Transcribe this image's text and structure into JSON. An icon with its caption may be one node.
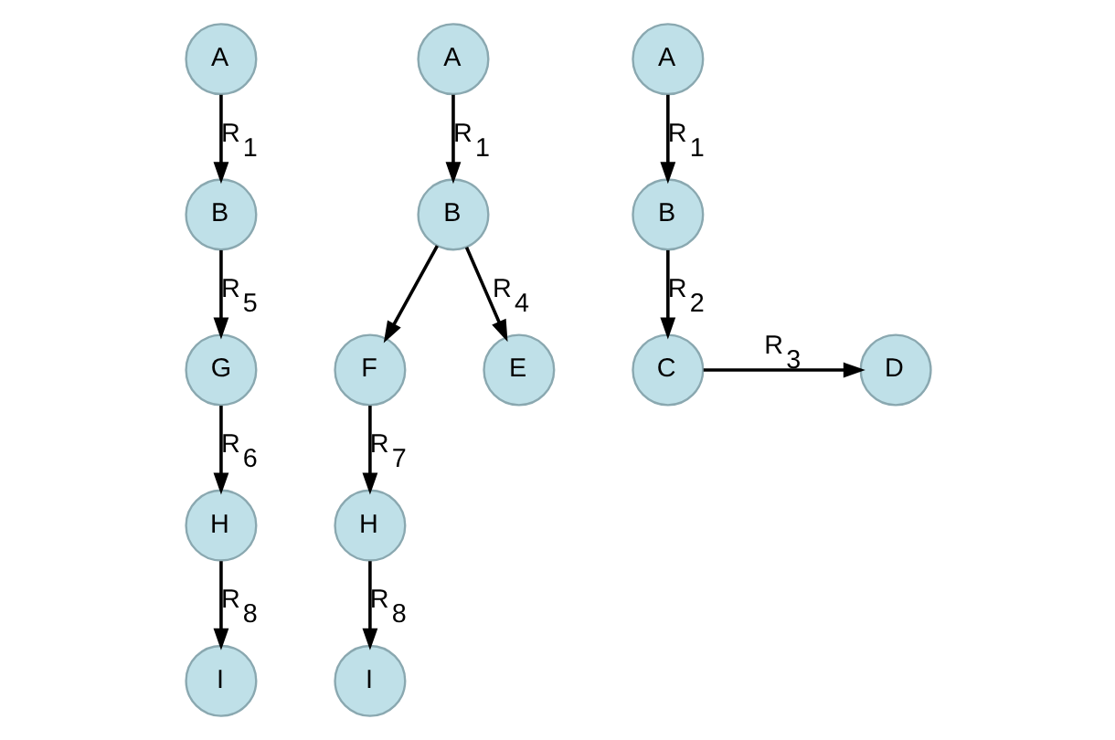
{
  "diagram": {
    "nodes": [
      {
        "text": [
          "A"
        ]
      },
      {
        "text": [
          "B"
        ]
      },
      {
        "text": [
          "G"
        ]
      },
      {
        "text": [
          "H"
        ]
      },
      {
        "text": [
          "I"
        ]
      },
      {
        "text": [
          "A"
        ]
      },
      {
        "text": [
          "B"
        ]
      },
      {
        "text": [
          "F"
        ]
      },
      {
        "text": [
          "E"
        ]
      },
      {
        "text": [
          "H"
        ]
      },
      {
        "text": [
          "I"
        ]
      },
      {
        "text": [
          "A"
        ]
      },
      {
        "text": [
          "B"
        ]
      },
      {
        "text": [
          "C"
        ]
      },
      {
        "text": [
          "D"
        ]
      }
    ],
    "edges": [
      {
        "from": 0,
        "to": 1,
        "arrow": "to",
        "label": "R$_{1}$"
      },
      {
        "from": 1,
        "to": 2,
        "arrow": "to",
        "label": "R$_{5}$"
      },
      {
        "from": 2,
        "to": 3,
        "arrow": "to",
        "label": "R$_{6}$"
      },
      {
        "from": 3,
        "to": 4,
        "arrow": "to",
        "label": "R$_{8}$"
      },
      {
        "from": 5,
        "to": 6,
        "arrow": "to",
        "label": "R$_{1}$"
      },
      {
        "from": 6,
        "to": 7,
        "arrow": "to"
      },
      {
        "from": 6,
        "to": 8,
        "arrow": "to",
        "label": "R$_{4}$"
      },
      {
        "from": 7,
        "to": 9,
        "arrow": "to",
        "label": "R$_{7}$"
      },
      {
        "from": 9,
        "to": 10,
        "arrow": "to",
        "label": "R$_{8}$"
      },
      {
        "from": 11,
        "to": 12,
        "arrow": "to",
        "label": "R$_{1}$"
      },
      {
        "from": 12,
        "to": 13,
        "arrow": "to",
        "label": "R$_{2}$"
      },
      {
        "from": 13,
        "to": 14,
        "arrow": "to",
        "label": "R$_{3}$"
      }
    ]
  }
}
